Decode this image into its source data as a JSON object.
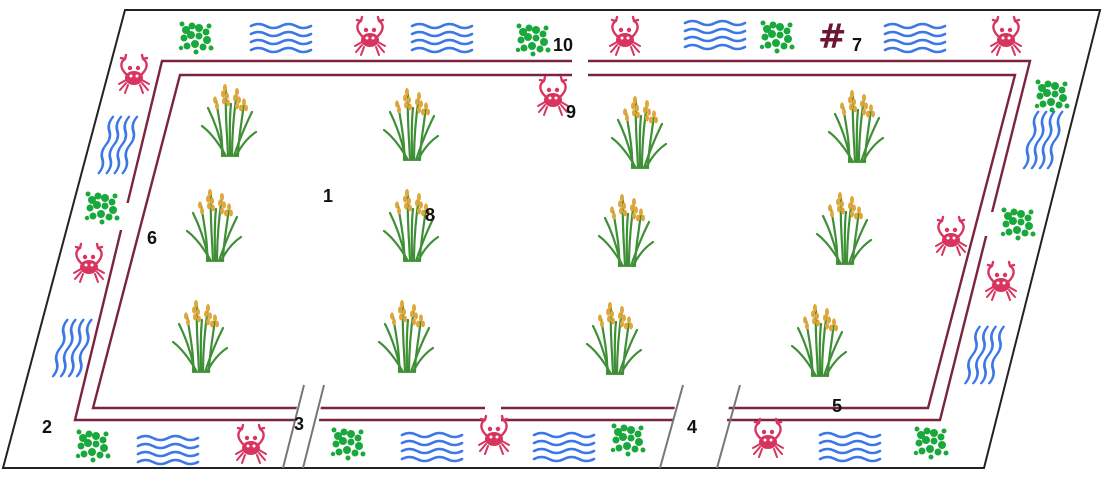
{
  "labels": {
    "l1": "1",
    "l2": "2",
    "l3": "3",
    "l4": "4",
    "l5": "5",
    "l6": "6",
    "l7": "7",
    "l8": "8",
    "l9": "9",
    "l10": "10"
  },
  "hash_symbol": "#",
  "colors": {
    "outline": "#222222",
    "levee": "#7a2440",
    "crab": "#d8345f",
    "water": "#3b78e6",
    "algae": "#19a83c",
    "rice_leaf": "#3f8f36",
    "rice_grain": "#e0a63a",
    "hash": "#6b1730"
  },
  "icons": [
    "rice-plant-icon",
    "crab-icon",
    "water-waves-icon",
    "algae-icon"
  ]
}
